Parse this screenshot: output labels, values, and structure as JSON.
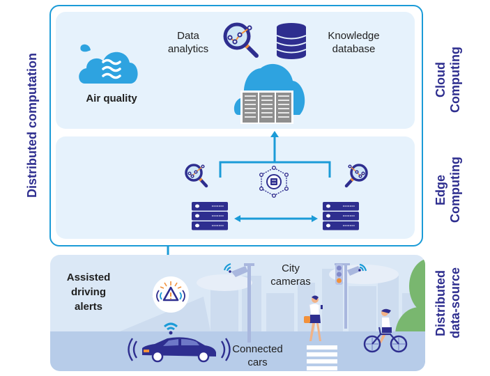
{
  "labels": {
    "distributed_computation": "Distributed computation",
    "cloud_computing": [
      "Cloud",
      "Computing"
    ],
    "edge_computing": [
      "Edge",
      "Computing"
    ],
    "distributed_data_source": [
      "Distributed",
      "data-source"
    ]
  },
  "cloud": {
    "air_quality": "Air quality",
    "data_analytics": [
      "Data",
      "analytics"
    ],
    "knowledge_database": [
      "Knowledge",
      "database"
    ]
  },
  "data_source": {
    "assisted_driving_alerts": [
      "Assisted",
      "driving",
      "alerts"
    ],
    "city_cameras": [
      "City",
      "cameras"
    ],
    "connected_cars": [
      "Connected",
      "cars"
    ]
  },
  "colors": {
    "accent": "#1b9bd7",
    "navy": "#2e2e8f",
    "cloud_blue": "#2ea3e0",
    "orange": "#f2913b"
  },
  "icons": [
    "air-quality-cloud-icon",
    "analytics-magnifier-icon",
    "database-icon",
    "cloud-server-icon",
    "edge-hub-icon",
    "server-rack-icon",
    "warning-alert-icon",
    "wifi-icon",
    "car-icon",
    "camera-icon",
    "traffic-light-icon",
    "pedestrian-icon",
    "cyclist-icon"
  ]
}
